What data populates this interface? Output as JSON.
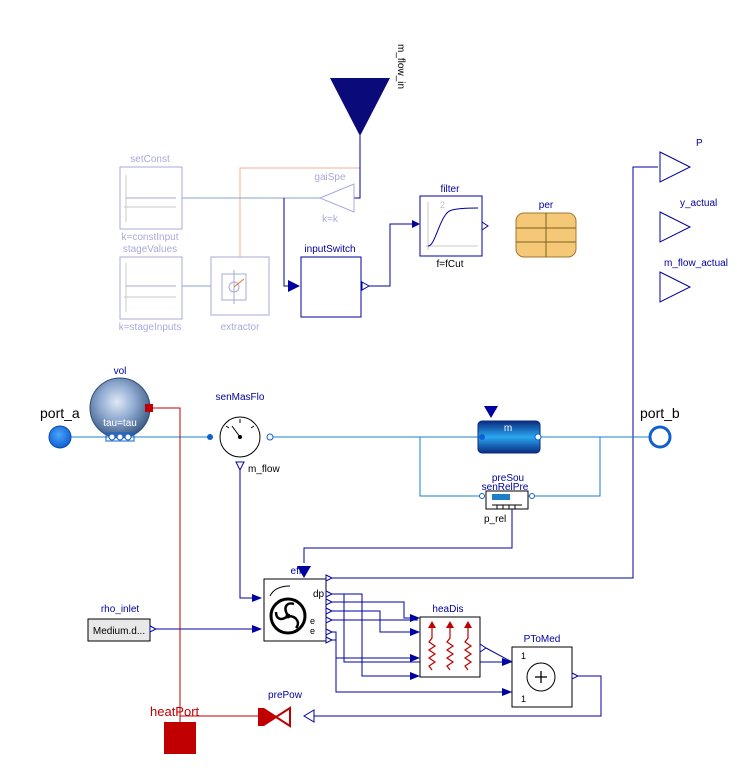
{
  "diagram": {
    "outputs": {
      "P": "P",
      "y_actual": "y_actual",
      "m_flow_actual": "m_flow_actual"
    },
    "input_m_flow_in": "m_flow_in",
    "set_const": {
      "name": "setConst",
      "param": "k=constInput"
    },
    "stage_values": {
      "name": "stageValues",
      "param": "k=stageInputs"
    },
    "gain_speed": {
      "name": "gaiSpe",
      "param": "k=k"
    },
    "extractor": "extractor",
    "input_switch": "inputSwitch",
    "filter": {
      "name": "filter",
      "param": "f=fCut",
      "order": "2"
    },
    "per": "per",
    "volume": {
      "name": "vol",
      "param": "tau=tau"
    },
    "port_a": "port_a",
    "port_b": "port_b",
    "sen_mas_flo": {
      "name": "senMasFlo",
      "output": "m_flow"
    },
    "mover": {
      "label": "m"
    },
    "pre_sou": "preSou",
    "sen_rel_pre": {
      "name": "senRelPre",
      "output": "p_rel"
    },
    "eff": {
      "name": "eff",
      "port_dp": "dp",
      "port_e1": "e",
      "port_e2": "e"
    },
    "rho_inlet": {
      "name": "rho_inlet",
      "value": "Medium.d..."
    },
    "hea_dis": "heaDis",
    "p_to_med": {
      "name": "PToMed",
      "k1": "1",
      "k2": "1"
    },
    "pre_pow": "prePow",
    "heat_port": "heatPort"
  },
  "colors": {
    "signal": "#0000a0",
    "fluid": "#1e7fc8",
    "heat": "#c00000",
    "faded": "#a9a9d8",
    "faded_line": "#f0b090"
  }
}
